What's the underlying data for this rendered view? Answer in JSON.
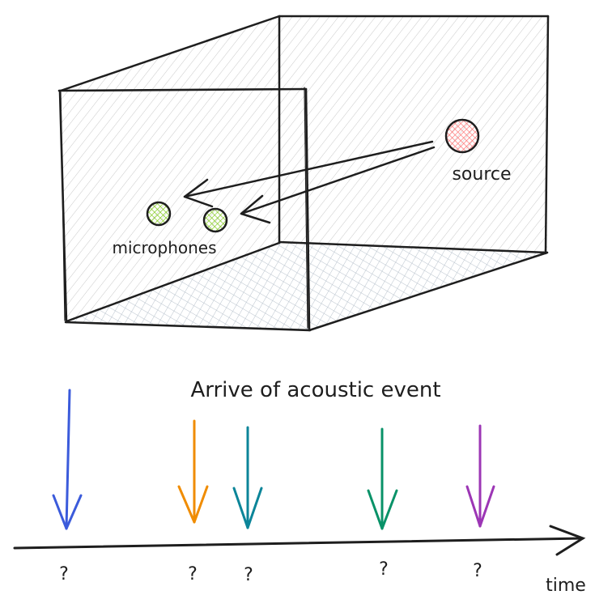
{
  "labels": {
    "source": "source",
    "microphones": "microphones",
    "timeline_title": "Arrive of acoustic event",
    "time_axis": "time",
    "unknown_time": "?"
  },
  "colors": {
    "ink": "#1e1e1e",
    "source_fill": "#ff8787",
    "mic_fill": "#82c91e",
    "arrival_colors": [
      "#3b5bdb",
      "#f08c00",
      "#0c8599",
      "#099268",
      "#9c36b5"
    ]
  },
  "arrivals": [
    {
      "color": "#3b5bdb",
      "mark": "?"
    },
    {
      "color": "#f08c00",
      "mark": "?"
    },
    {
      "color": "#0c8599",
      "mark": "?"
    },
    {
      "color": "#099268",
      "mark": "?"
    },
    {
      "color": "#9c36b5",
      "mark": "?"
    }
  ],
  "microphone_count": 2
}
